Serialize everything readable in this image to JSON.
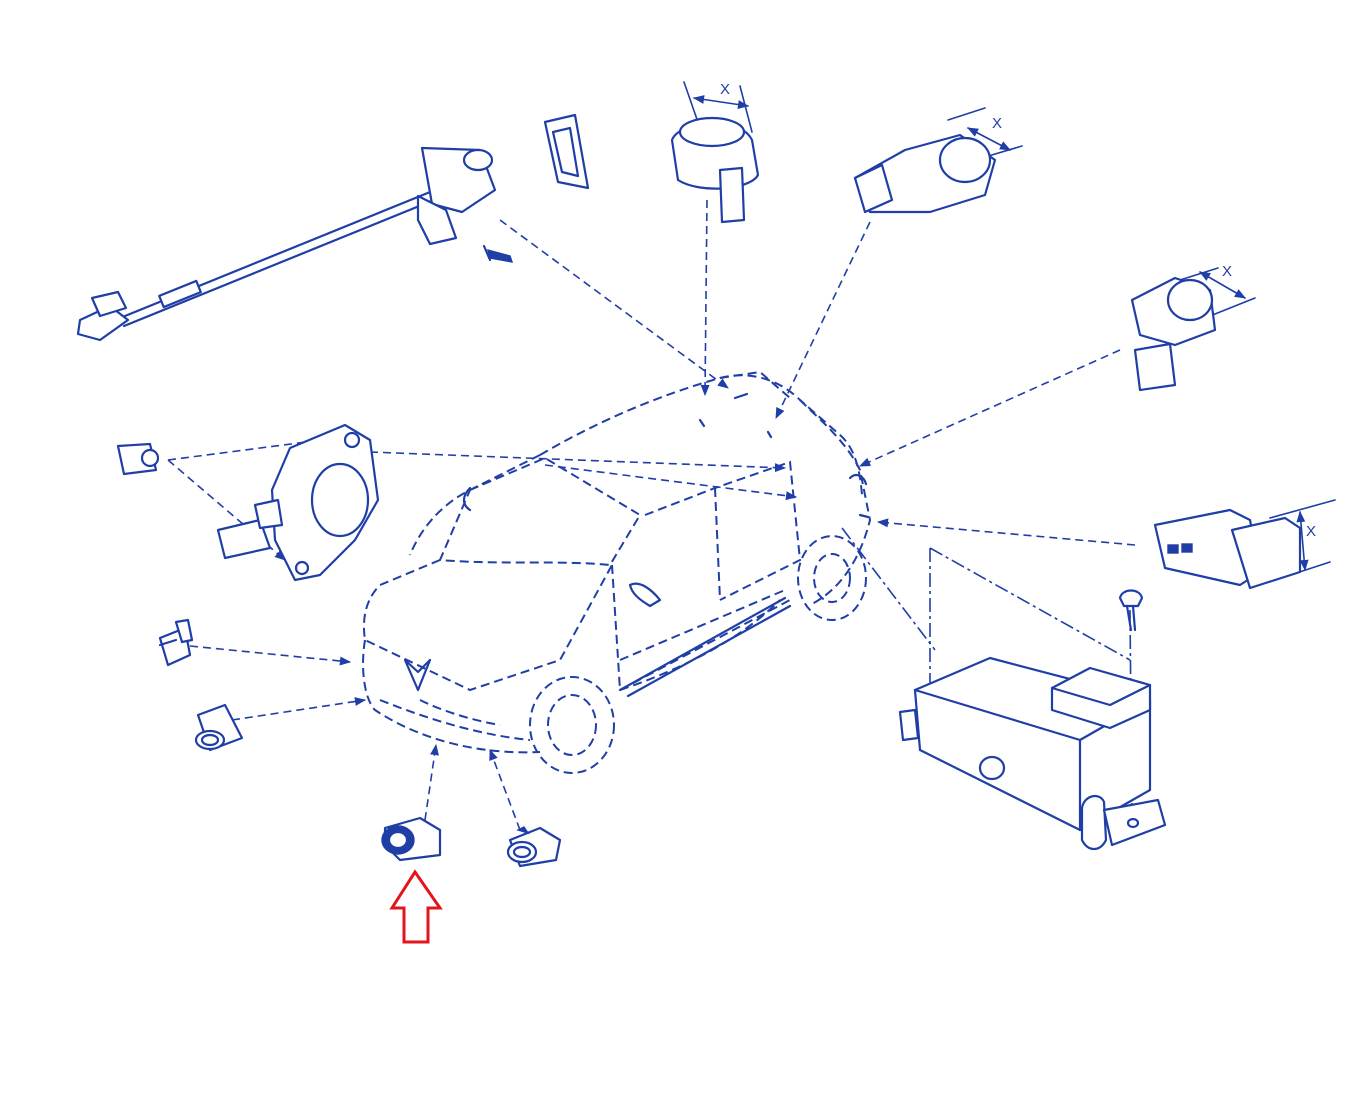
{
  "colors": {
    "line": "#1f3fa6",
    "highlight": "#e3141b",
    "background": "#ffffff"
  },
  "dimension_labels": [
    "X",
    "X",
    "X",
    "X"
  ],
  "highlight": {
    "icon": "red-outline-up-arrow",
    "target": "front-parking-sensor"
  }
}
